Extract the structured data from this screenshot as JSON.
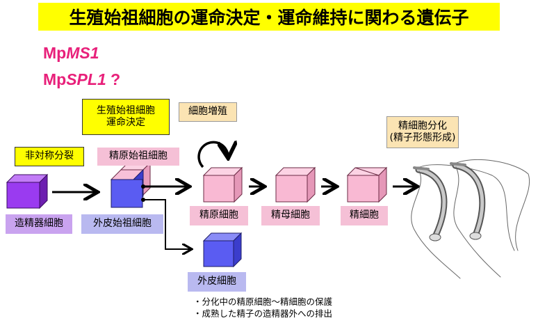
{
  "title": "生殖始祖細胞の運命決定・運命維持に関わる遺伝子",
  "genes": [
    {
      "prefix": "Mp",
      "name": "MS1",
      "suffix": ""
    },
    {
      "prefix": "Mp",
      "name": "SPL1",
      "suffix": " ?"
    }
  ],
  "labels": {
    "asymmetric_division": "非対称分裂",
    "fate_determination_line1": "生殖始祖細胞",
    "fate_determination_line2": "運命決定",
    "spermatogenic_progenitor": "精原始祖細胞",
    "cell_proliferation": "細胞増殖",
    "differentiation_line1": "精細胞分化",
    "differentiation_line2": "(精子形態形成)",
    "antheridium_cell": "造精器細胞",
    "epidermal_progenitor": "外皮始祖細胞",
    "spermatogonium": "精原細胞",
    "spermatocyte": "精母細胞",
    "spermatid": "精細胞",
    "epidermal_cell": "外皮細胞"
  },
  "notes": [
    "・分化中の精原細胞〜精細胞の保護",
    "・成熟した精子の造精器外への排出"
  ],
  "colors": {
    "pink": "#f9b9d3",
    "purple": "#9a3bf0",
    "blue": "#5a5cf2",
    "title_bg": "#ffff00",
    "gene_text": "#e8207a"
  }
}
